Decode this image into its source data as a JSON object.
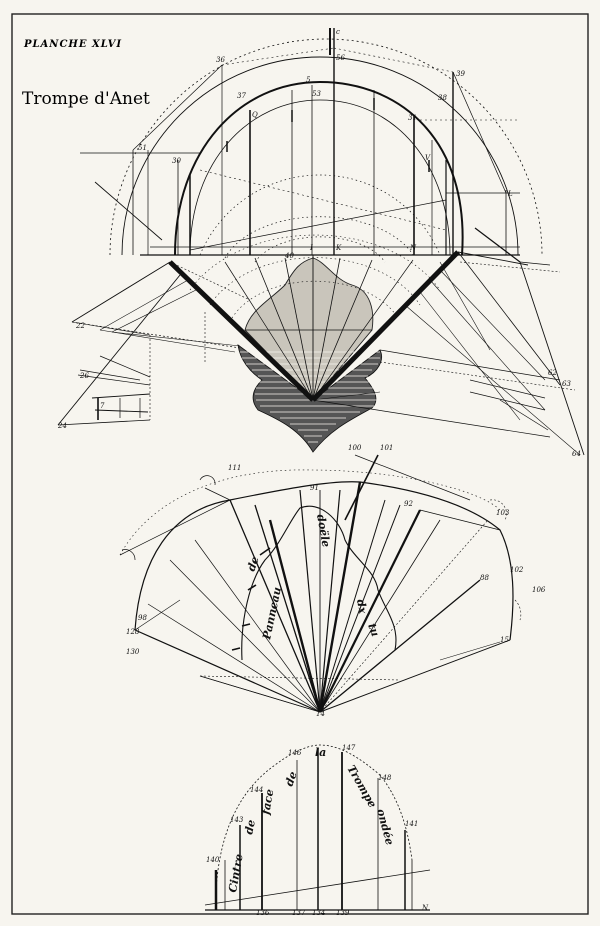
{
  "plate": {
    "number": "PLANCHE XLVI",
    "title": "Trompe d'Anet"
  },
  "words": {
    "panneau": "Panneau",
    "doele": "doële",
    "dx": "dx",
    "de": "de",
    "tu": "tu",
    "cintre": "Cintre",
    "de2": "de",
    "face": "face",
    "de3": "de",
    "la": "la",
    "trompe": "Trompe",
    "ondee": "ondée"
  },
  "points": {
    "top_c": "c",
    "n36": "36",
    "n37": "37",
    "Q": "Q",
    "n5": "5",
    "n53": "53",
    "n56": "56",
    "n38": "38",
    "n39": "39",
    "n51": "51",
    "n30": "30",
    "n31": "31",
    "V": "V",
    "L": "L",
    "I": "I",
    "K": "K",
    "N": "N",
    "n40": "40",
    "n22": "22",
    "n24": "24",
    "n26": "26",
    "n7": "7",
    "n62": "62",
    "n63": "63",
    "n64": "64",
    "n111": "111",
    "n100": "100",
    "n101": "101",
    "n103": "103",
    "n102": "102",
    "n106": "106",
    "n15": "15",
    "n14": "14",
    "n98": "98",
    "n128": "128",
    "n130": "130",
    "n91": "91",
    "n92": "92",
    "n88": "88",
    "n143": "143",
    "n144": "144",
    "n146": "146",
    "n147": "147",
    "n148": "148",
    "n141": "141",
    "n140": "140",
    "n136": "136",
    "n137": "137",
    "n134": "134",
    "n139": "139",
    "N2": "N"
  }
}
